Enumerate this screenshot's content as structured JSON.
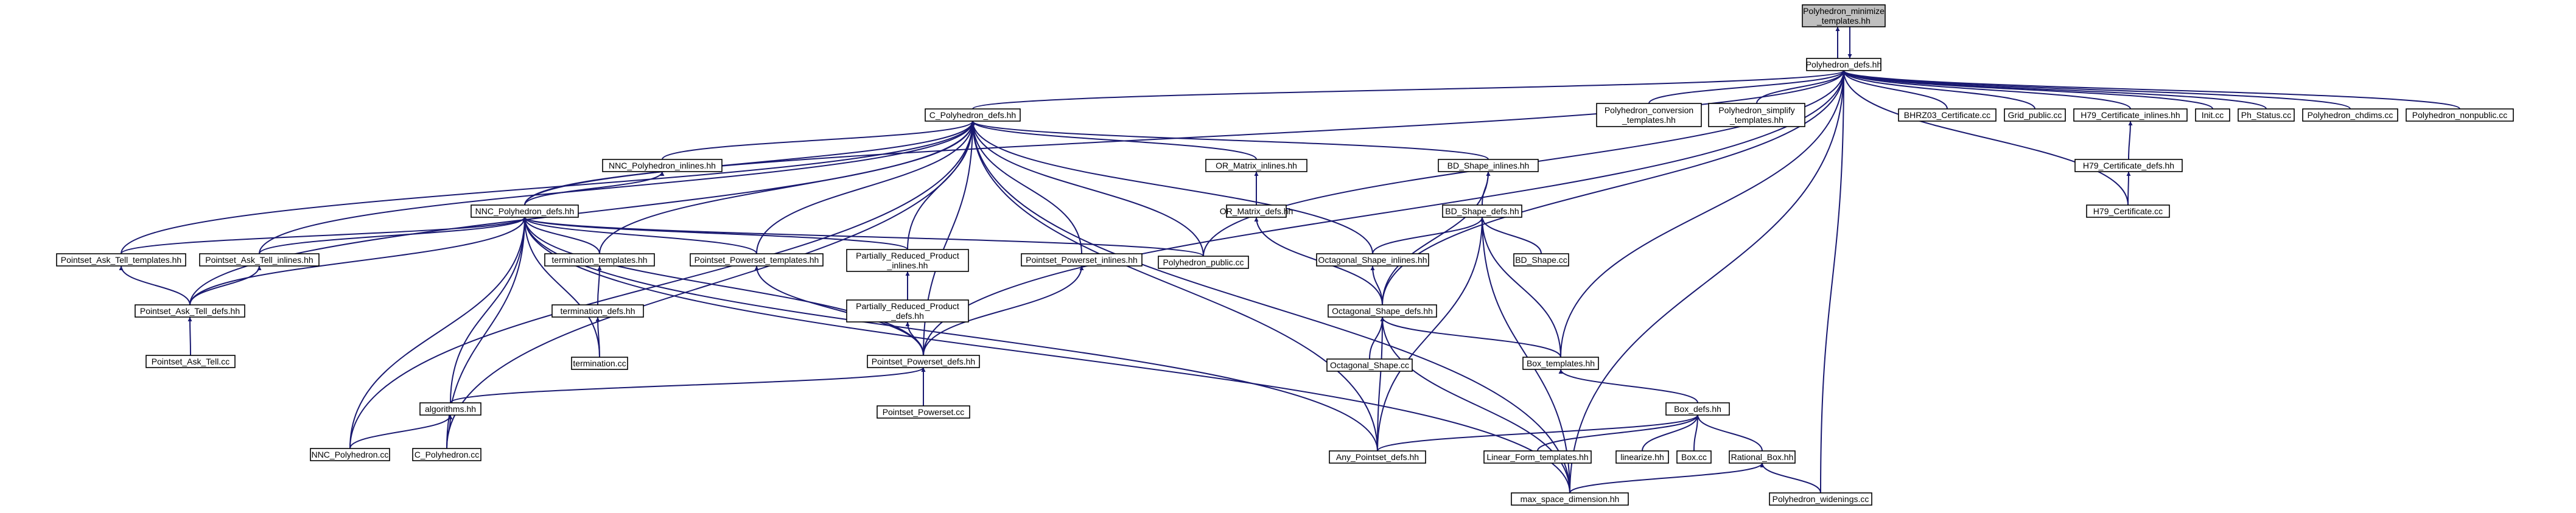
{
  "diagram": {
    "root": "Polyhedron_minimize_templates.hh",
    "nodes": [
      {
        "id": "root",
        "lines": [
          "Polyhedron_minimize",
          "_templates.hh"
        ],
        "root": true
      },
      {
        "id": "pdefs",
        "lines": [
          "Polyhedron_defs.hh"
        ]
      },
      {
        "id": "cpdefs",
        "lines": [
          "C_Polyhedron_defs.hh"
        ]
      },
      {
        "id": "pconv",
        "lines": [
          "Polyhedron_conversion",
          "_templates.hh"
        ]
      },
      {
        "id": "psimp",
        "lines": [
          "Polyhedron_simplify",
          "_templates.hh"
        ]
      },
      {
        "id": "bhrz",
        "lines": [
          "BHRZ03_Certificate.cc"
        ]
      },
      {
        "id": "gridp",
        "lines": [
          "Grid_public.cc"
        ]
      },
      {
        "id": "h79ci",
        "lines": [
          "H79_Certificate_inlines.hh"
        ]
      },
      {
        "id": "init",
        "lines": [
          "Init.cc"
        ]
      },
      {
        "id": "phstat",
        "lines": [
          "Ph_Status.cc"
        ]
      },
      {
        "id": "pchd",
        "lines": [
          "Polyhedron_chdims.cc"
        ]
      },
      {
        "id": "pnonp",
        "lines": [
          "Polyhedron_nonpublic.cc"
        ]
      },
      {
        "id": "h79cd",
        "lines": [
          "H79_Certificate_defs.hh"
        ]
      },
      {
        "id": "h79c",
        "lines": [
          "H79_Certificate.cc"
        ]
      },
      {
        "id": "nncpi",
        "lines": [
          "NNC_Polyhedron_inlines.hh"
        ]
      },
      {
        "id": "ormi",
        "lines": [
          "OR_Matrix_inlines.hh"
        ]
      },
      {
        "id": "bdsi",
        "lines": [
          "BD_Shape_inlines.hh"
        ]
      },
      {
        "id": "nncpd",
        "lines": [
          "NNC_Polyhedron_defs.hh"
        ]
      },
      {
        "id": "ormd",
        "lines": [
          "OR_Matrix_defs.hh"
        ]
      },
      {
        "id": "bdsd",
        "lines": [
          "BD_Shape_defs.hh"
        ]
      },
      {
        "id": "patt",
        "lines": [
          "Pointset_Ask_Tell_templates.hh"
        ]
      },
      {
        "id": "pati",
        "lines": [
          "Pointset_Ask_Tell_inlines.hh"
        ]
      },
      {
        "id": "termt",
        "lines": [
          "termination_templates.hh"
        ]
      },
      {
        "id": "ppt",
        "lines": [
          "Pointset_Powerset_templates.hh"
        ]
      },
      {
        "id": "prpi",
        "lines": [
          "Partially_Reduced_Product",
          "_inlines.hh"
        ]
      },
      {
        "id": "ppi",
        "lines": [
          "Pointset_Powerset_inlines.hh"
        ]
      },
      {
        "id": "ppub",
        "lines": [
          "Polyhedron_public.cc"
        ]
      },
      {
        "id": "osi",
        "lines": [
          "Octagonal_Shape_inlines.hh"
        ]
      },
      {
        "id": "bdscc",
        "lines": [
          "BD_Shape.cc"
        ]
      },
      {
        "id": "patd",
        "lines": [
          "Pointset_Ask_Tell_defs.hh"
        ]
      },
      {
        "id": "termd",
        "lines": [
          "termination_defs.hh"
        ]
      },
      {
        "id": "prpd",
        "lines": [
          "Partially_Reduced_Product",
          "_defs.hh"
        ]
      },
      {
        "id": "osd",
        "lines": [
          "Octagonal_Shape_defs.hh"
        ]
      },
      {
        "id": "patcc",
        "lines": [
          "Pointset_Ask_Tell.cc"
        ]
      },
      {
        "id": "termcc",
        "lines": [
          "termination.cc"
        ]
      },
      {
        "id": "ppd",
        "lines": [
          "Pointset_Powerset_defs.hh"
        ]
      },
      {
        "id": "oscc",
        "lines": [
          "Octagonal_Shape.cc"
        ]
      },
      {
        "id": "boxt",
        "lines": [
          "Box_templates.hh"
        ]
      },
      {
        "id": "ppcc",
        "lines": [
          "Pointset_Powerset.cc"
        ]
      },
      {
        "id": "boxd",
        "lines": [
          "Box_defs.hh"
        ]
      },
      {
        "id": "algo",
        "lines": [
          "algorithms.hh"
        ]
      },
      {
        "id": "nncpcc",
        "lines": [
          "NNC_Polyhedron.cc"
        ]
      },
      {
        "id": "cpcc",
        "lines": [
          "C_Polyhedron.cc"
        ]
      },
      {
        "id": "apd",
        "lines": [
          "Any_Pointset_defs.hh"
        ]
      },
      {
        "id": "lft",
        "lines": [
          "Linear_Form_templates.hh"
        ]
      },
      {
        "id": "linea",
        "lines": [
          "linearize.hh"
        ]
      },
      {
        "id": "boxcc",
        "lines": [
          "Box.cc"
        ]
      },
      {
        "id": "rboxh",
        "lines": [
          "Rational_Box.hh"
        ]
      },
      {
        "id": "msd",
        "lines": [
          "max_space_dimension.hh"
        ]
      },
      {
        "id": "pwid",
        "lines": [
          "Polyhedron_widenings.cc"
        ]
      }
    ]
  }
}
